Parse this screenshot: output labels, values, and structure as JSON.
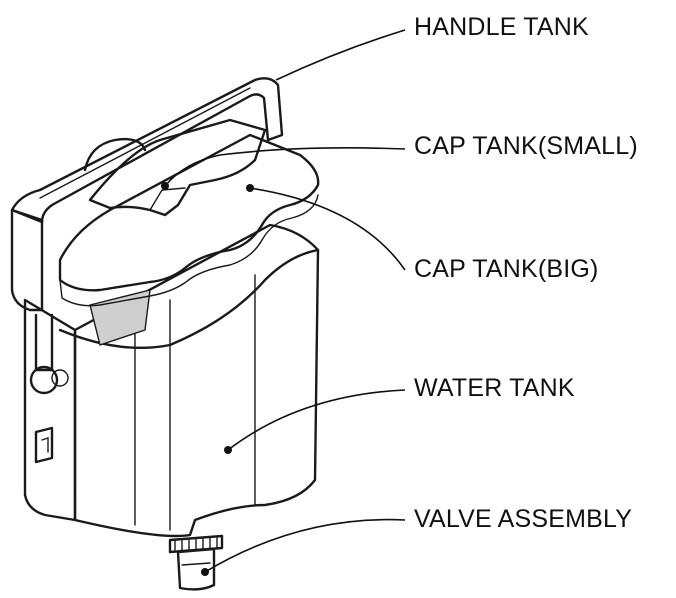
{
  "labels": {
    "handle_tank": "HANDLE TANK",
    "cap_tank_small": "CAP TANK(SMALL)",
    "cap_tank_big": "CAP TANK(BIG)",
    "water_tank": "WATER TANK",
    "valve_assembly": "VALVE ASSEMBLY"
  },
  "colors": {
    "line": "#1a1a1a",
    "body_fill": "#f7f7f7",
    "shade": "#c8c8c8"
  }
}
